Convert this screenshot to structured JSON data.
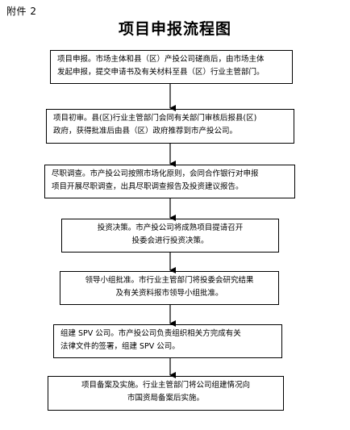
{
  "attachment_label": "附件 2",
  "title": "项目申报流程图",
  "steps": [
    {
      "line1": "项目申报。市场主体和县（区）产投公司磋商后，由市场主体",
      "line2": "发起申报，提交申请书及有关材料至县（区）行业主管部门。"
    },
    {
      "line1": "项目初审。县(区)行业主管部门会同有关部门审核后报县(区)",
      "line2": "政府，获得批准后由县（区）政府推荐到市产投公司。"
    },
    {
      "line1": "尽职调查。市产投公司按照市场化原则，会同合作银行对申报",
      "line2": "项目开展尽职调查，出具尽职调查报告及投资建议报告。"
    },
    {
      "line1": "投资决策。市产投公司将成熟项目提请召开",
      "line2": "投委会进行投资决策。"
    },
    {
      "line1": "领导小组批准。市行业主管部门将投委会研究结果",
      "line2": "及有关资料报市领导小组批准。"
    },
    {
      "line1": "组建 SPV 公司。市产投公司负责组织相关方完成有关",
      "line2": "法律文件的签署，组建 SPV 公司。"
    },
    {
      "line1": "项目备案及实施。行业主管部门将公司组建情况向",
      "line2": "市国资局备案后实施。"
    }
  ]
}
